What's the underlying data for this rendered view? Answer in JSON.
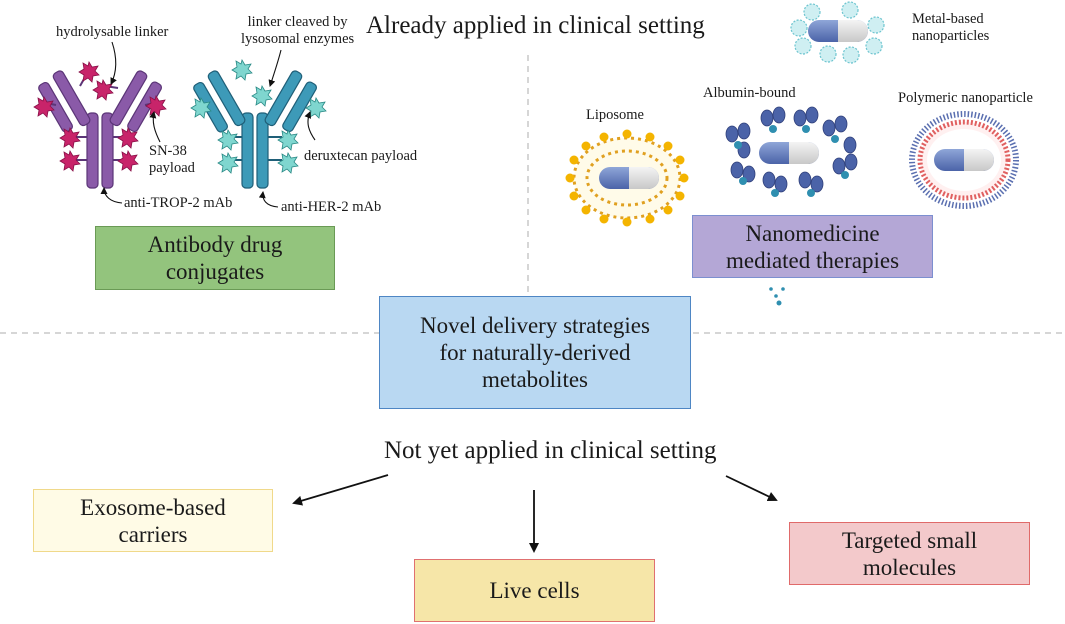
{
  "headings": {
    "applied": "Already applied in clinical setting",
    "not_applied": "Not yet applied in clinical setting"
  },
  "adc": {
    "hydrolysable_linker": "hydrolysable linker",
    "linker_cleaved": "linker cleaved by\nlysosomal enzymes",
    "sn38_payload": "SN-38\npayload",
    "deruxtecan_payload": "deruxtecan payload",
    "anti_trop2": "anti-TROP-2 mAb",
    "anti_her2": "anti-HER-2 mAb",
    "box_label": "Antibody drug\nconjugates"
  },
  "nano": {
    "metal_based": "Metal-based\nnanoparticles",
    "albumin_bound": "Albumin-bound",
    "liposome": "Liposome",
    "polymeric": "Polymeric nanoparticle",
    "box_label": "Nanomedicine\nmediated therapies"
  },
  "center_box": "Novel delivery strategies\nfor naturally-derived\nmetabolites",
  "future": {
    "exosome": "Exosome-based\ncarriers",
    "live_cells": "Live cells",
    "small_molecules": "Targeted small\nmolecules"
  },
  "colors": {
    "adc_box": "#93c47d",
    "nano_box": "#b4a7d6",
    "center_box": "#b9d8f2",
    "exosome_box": "#fffbe6",
    "live_cells_box": "#f6e6a8",
    "small_mol_box": "#f3c9cb",
    "trop2_antibody": "#8a5aa8",
    "her2_antibody": "#3d9ab8",
    "sn38_star": "#c8246a",
    "deruxtecan_star": "#7fd6cf"
  }
}
